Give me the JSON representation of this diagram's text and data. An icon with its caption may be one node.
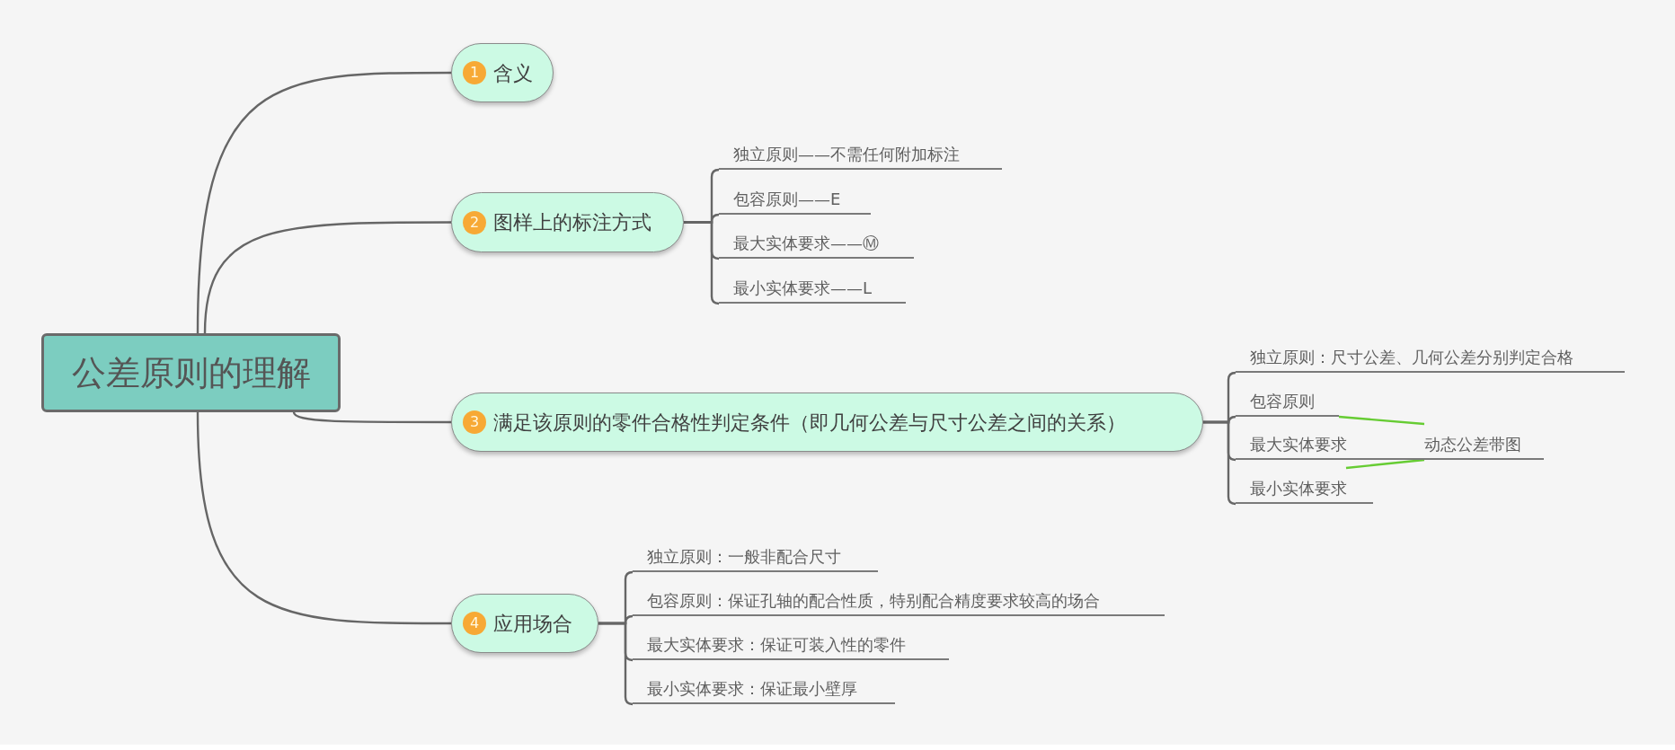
{
  "diagram": {
    "nodes": [
      {
        "text": [
          "公差原则的理解"
        ]
      },
      {
        "text": [
          "1",
          "含义"
        ]
      },
      {
        "text": [
          "2",
          "图样上的标注方式"
        ]
      },
      {
        "text": [
          "独立原则——不需任何附加标注"
        ]
      },
      {
        "text": [
          "包容原则——E"
        ]
      },
      {
        "text": [
          "最大实体要求——Ⓜ"
        ]
      },
      {
        "text": [
          "最小实体要求——L"
        ]
      },
      {
        "text": [
          "3",
          "满足该原则的零件合格性判定条件（即几何公差与尺寸公差之间的关系）"
        ]
      },
      {
        "text": [
          "独立原则：尺寸公差、几何公差分别判定合格"
        ]
      },
      {
        "text": [
          "包容原则"
        ]
      },
      {
        "text": [
          "最大实体要求"
        ]
      },
      {
        "text": [
          "最小实体要求"
        ]
      },
      {
        "text": [
          "动态公差带图"
        ]
      },
      {
        "text": [
          "4",
          "应用场合"
        ]
      },
      {
        "text": [
          "独立原则：一般非配合尺寸"
        ]
      },
      {
        "text": [
          "包容原则：保证孔轴的配合性质，特别配合精度要求较高的场合"
        ]
      },
      {
        "text": [
          "最大实体要求：保证可装入性的零件"
        ]
      },
      {
        "text": [
          "最小实体要求：保证最小壁厚"
        ]
      }
    ],
    "edges": [
      {
        "from": 0,
        "to": 1,
        "arrow": "none"
      },
      {
        "from": 0,
        "to": 2,
        "arrow": "none"
      },
      {
        "from": 0,
        "to": 7,
        "arrow": "none"
      },
      {
        "from": 0,
        "to": 13,
        "arrow": "none"
      },
      {
        "from": 2,
        "to": 3,
        "arrow": "none"
      },
      {
        "from": 2,
        "to": 4,
        "arrow": "none"
      },
      {
        "from": 2,
        "to": 5,
        "arrow": "none"
      },
      {
        "from": 2,
        "to": 6,
        "arrow": "none"
      },
      {
        "from": 7,
        "to": 8,
        "arrow": "none"
      },
      {
        "from": 7,
        "to": 9,
        "arrow": "none"
      },
      {
        "from": 7,
        "to": 10,
        "arrow": "none"
      },
      {
        "from": 7,
        "to": 11,
        "arrow": "none"
      },
      {
        "from": 9,
        "to": 12,
        "arrow": "none",
        "color": "#66cc33"
      },
      {
        "from": 11,
        "to": 12,
        "arrow": "none",
        "color": "#66cc33"
      },
      {
        "from": 13,
        "to": 14,
        "arrow": "none"
      },
      {
        "from": 13,
        "to": 15,
        "arrow": "none"
      },
      {
        "from": 13,
        "to": 16,
        "arrow": "none"
      },
      {
        "from": 13,
        "to": 17,
        "arrow": "none"
      }
    ]
  }
}
